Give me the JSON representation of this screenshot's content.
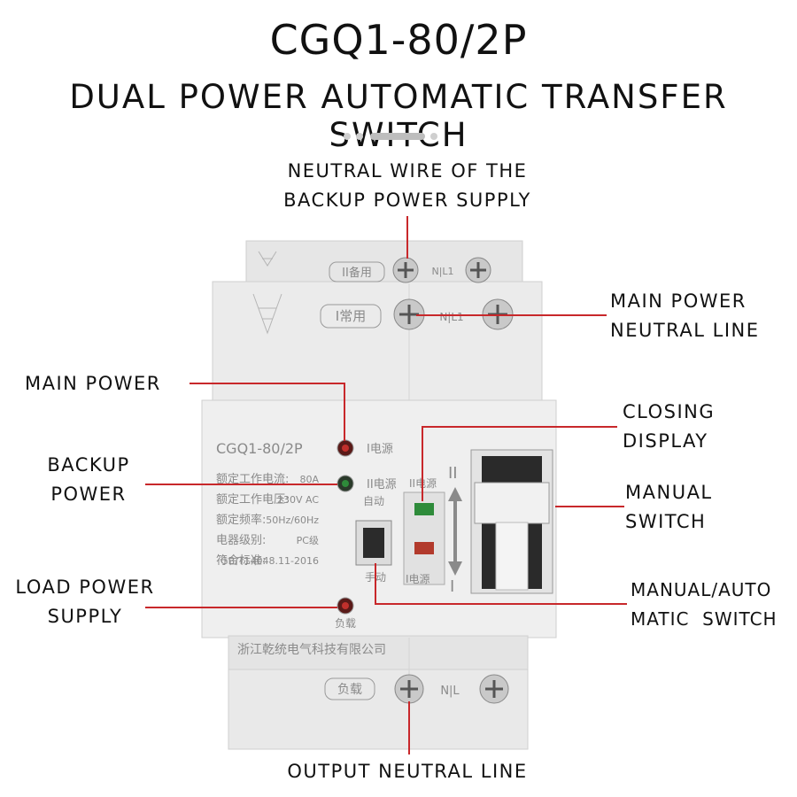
{
  "title": "CGQ1-80/2P",
  "subtitle": "DUAL POWER AUTOMATIC TRANSFER SWITCH",
  "callouts": {
    "backup_neutral": [
      "NEUTRAL WIRE OF THE",
      "BACKUP POWER SUPPLY"
    ],
    "main_neutral": [
      "MAIN POWER",
      "NEUTRAL LINE"
    ],
    "main_power": [
      "MAIN POWER"
    ],
    "closing_display": [
      "CLOSING",
      "DISPLAY"
    ],
    "backup_power": [
      "BACKUP",
      "POWER"
    ],
    "manual_switch": [
      "MANUAL",
      "SWITCH"
    ],
    "load_power": [
      "LOAD POWER",
      "SUPPLY"
    ],
    "manual_auto": [
      "MANUAL/AUTO",
      "MATIC  SWITCH"
    ],
    "output_neutral": [
      "OUTPUT NEUTRAL LINE"
    ]
  },
  "device": {
    "model": "CGQ1-80/2P",
    "spec_rows": [
      {
        "label": "额定工作电流:",
        "value": "80A"
      },
      {
        "label": "额定工作电压:",
        "value": "230V AC"
      },
      {
        "label": "额定频率:",
        "value": "50Hz/60Hz"
      },
      {
        "label": "电器级别:",
        "value": "PC级"
      },
      {
        "label": "符合标准:",
        "value": "GB/T14048.11-2016"
      }
    ],
    "backup_tag": "II备用",
    "main_tag": "I常用",
    "load_tag": "负载",
    "nl_label": "N|L",
    "nl1_label": "N|L1",
    "i_source": "I电源",
    "ii_source": "II电源",
    "auto": "自动",
    "manual": "手动",
    "load_led": "负载",
    "roman_ii": "II",
    "roman_i": "I",
    "company": "浙江乾统电气科技有限公司"
  },
  "colors": {
    "callout_line": "#c8282b",
    "led_red": "#c0302c",
    "led_green": "#2e8b3a",
    "body": "#ececec"
  }
}
